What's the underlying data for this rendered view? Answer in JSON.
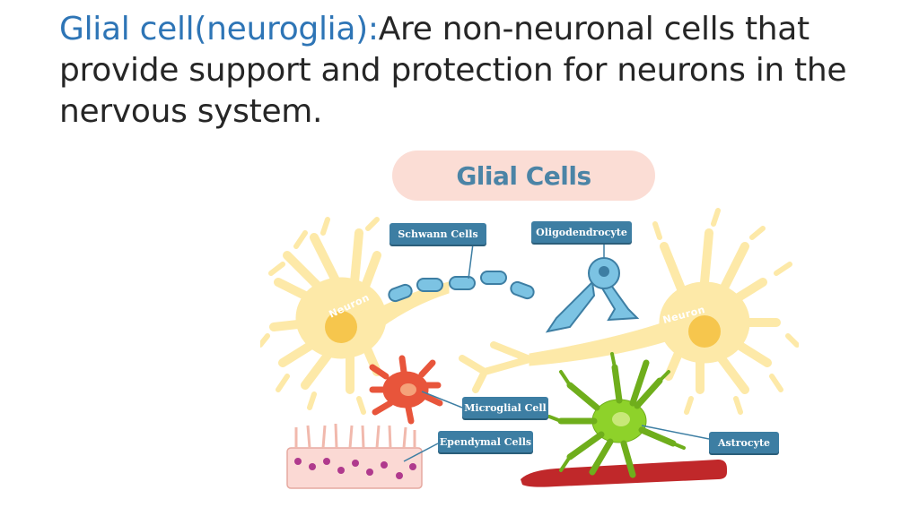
{
  "heading": {
    "term": "Glial cell(neuroglia):",
    "definition": "Are non-neuronal cells that provide support and protection for neurons in the nervous system."
  },
  "figure": {
    "title": "Glial Cells",
    "labels": {
      "schwann": "Schwann Cells",
      "oligodendrocyte": "Oligodendrocyte",
      "microglial": "Microglial Cell",
      "ependymal": "Ependymal Cells",
      "astrocyte": "Astrocyte"
    },
    "neuron_left": "Neuron",
    "neuron_right": "Neuron"
  },
  "colors": {
    "term": "#2e75b6",
    "label_bg": "#3d7ea3",
    "title_pill": "#fbddd5",
    "neuron": "#fde9a8",
    "microglia": "#e8553b",
    "astrocyte": "#8ed22a",
    "vessel": "#c0282a",
    "schwann": "#7cc3e3"
  }
}
